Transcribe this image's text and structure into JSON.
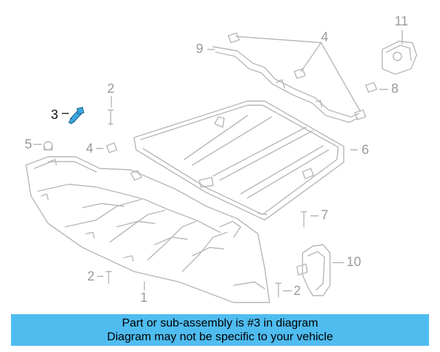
{
  "callouts": {
    "c1": "1",
    "c2a": "2",
    "c2b": "2",
    "c2c": "2",
    "c3": "3",
    "c4a": "4",
    "c4b": "4",
    "c5": "5",
    "c6": "6",
    "c7": "7",
    "c8": "8",
    "c9": "9",
    "c10": "10",
    "c11": "11"
  },
  "banner": {
    "line1": "Part or sub-assembly is #3 in diagram",
    "line2": "Diagram may not be specific to your vehicle",
    "color": "#4fbcf0"
  },
  "colors": {
    "line_art": "#b4b4b4",
    "label_muted": "#9a9a9a",
    "label_active": "#111111",
    "highlight_part": "#3aa8e0"
  }
}
